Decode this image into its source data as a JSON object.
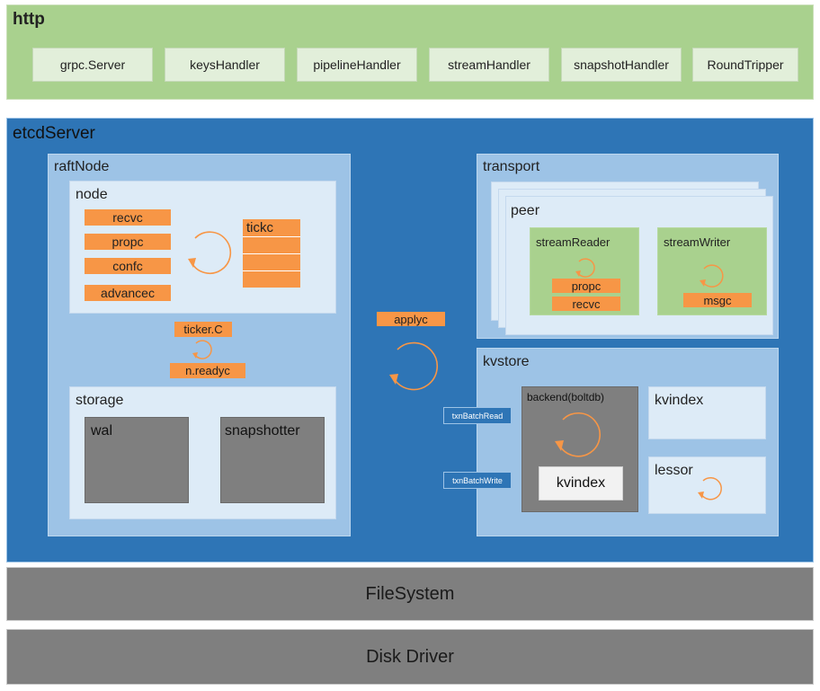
{
  "http": {
    "title": "http",
    "handlers": [
      "grpc.Server",
      "keysHandler",
      "pipelineHandler",
      "streamHandler",
      "snapshotHandler",
      "RoundTripper"
    ]
  },
  "etcd": {
    "title": "etcdServer",
    "raftNode": {
      "title": "raftNode",
      "node": {
        "title": "node",
        "channels": [
          "recvc",
          "propc",
          "confc",
          "advancec"
        ],
        "tickc": "tickc"
      },
      "tickerC": "ticker.C",
      "nReadyc": "n.readyc",
      "storage": {
        "title": "storage",
        "wal": "wal",
        "snapshotter": "snapshotter"
      }
    },
    "applyc": "applyc",
    "transport": {
      "title": "transport",
      "peer": {
        "title": "peer",
        "streamReader": {
          "title": "streamReader",
          "propc": "propc",
          "recvc": "recvc"
        },
        "streamWriter": {
          "title": "streamWriter",
          "msgc": "msgc"
        }
      }
    },
    "kvstore": {
      "title": "kvstore",
      "txnBatchRead": "txnBatchRead",
      "txnBatchWrite": "txnBatchWrite",
      "backend": {
        "title": "backend(boltdb)",
        "kvindex": "kvindex"
      },
      "kvindex": "kvindex",
      "lessor": "lessor"
    }
  },
  "filesystem": "FileSystem",
  "diskDriver": "Disk Driver",
  "colors": {
    "http_green": "#a9d18e",
    "server_blue": "#2e75b6",
    "panel_blue": "#9dc3e6",
    "channel_orange": "#f79646",
    "storage_gray": "#7f7f7f"
  }
}
